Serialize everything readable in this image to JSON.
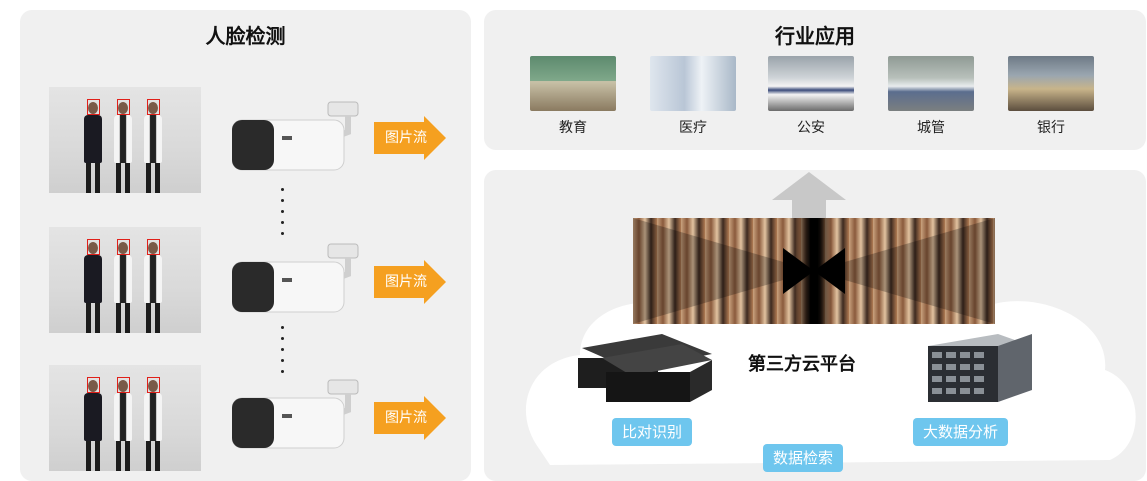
{
  "left_panel": {
    "title": "人脸检测",
    "stream_label": "图片流",
    "rows": [
      {
        "stream_label": "图片流"
      },
      {
        "stream_label": "图片流"
      },
      {
        "stream_label": "图片流"
      }
    ]
  },
  "right_top": {
    "title": "行业应用",
    "apps": [
      {
        "label": "教育"
      },
      {
        "label": "医疗"
      },
      {
        "label": "公安"
      },
      {
        "label": "城管"
      },
      {
        "label": "银行"
      }
    ]
  },
  "right_bottom": {
    "platform_label": "第三方云平台",
    "tags": {
      "compare": "比对识别",
      "analysis": "大数据分析",
      "retrieval": "数据检索"
    }
  },
  "colors": {
    "arrow": "#f5a020",
    "tag": "#6ec6ee",
    "panel": "#f0f0f0",
    "up_arrow": "#c8c8c8"
  }
}
